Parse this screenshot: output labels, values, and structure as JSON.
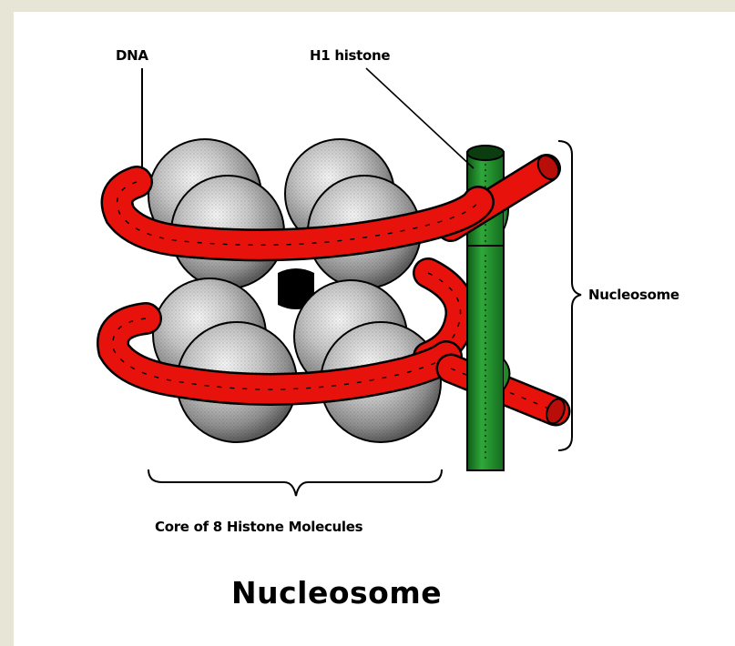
{
  "diagram": {
    "title": "Nucleosome",
    "labels": {
      "dna": "DNA",
      "h1_histone": "H1 histone",
      "nucleosome": "Nucleosome",
      "core": "Core of 8 Histone Molecules"
    }
  },
  "colors": {
    "background": "#e6e5d6",
    "dna_red": "#e8120c",
    "h1_green": "#1e8a2a",
    "histone_gray": "#a9a9a9"
  }
}
